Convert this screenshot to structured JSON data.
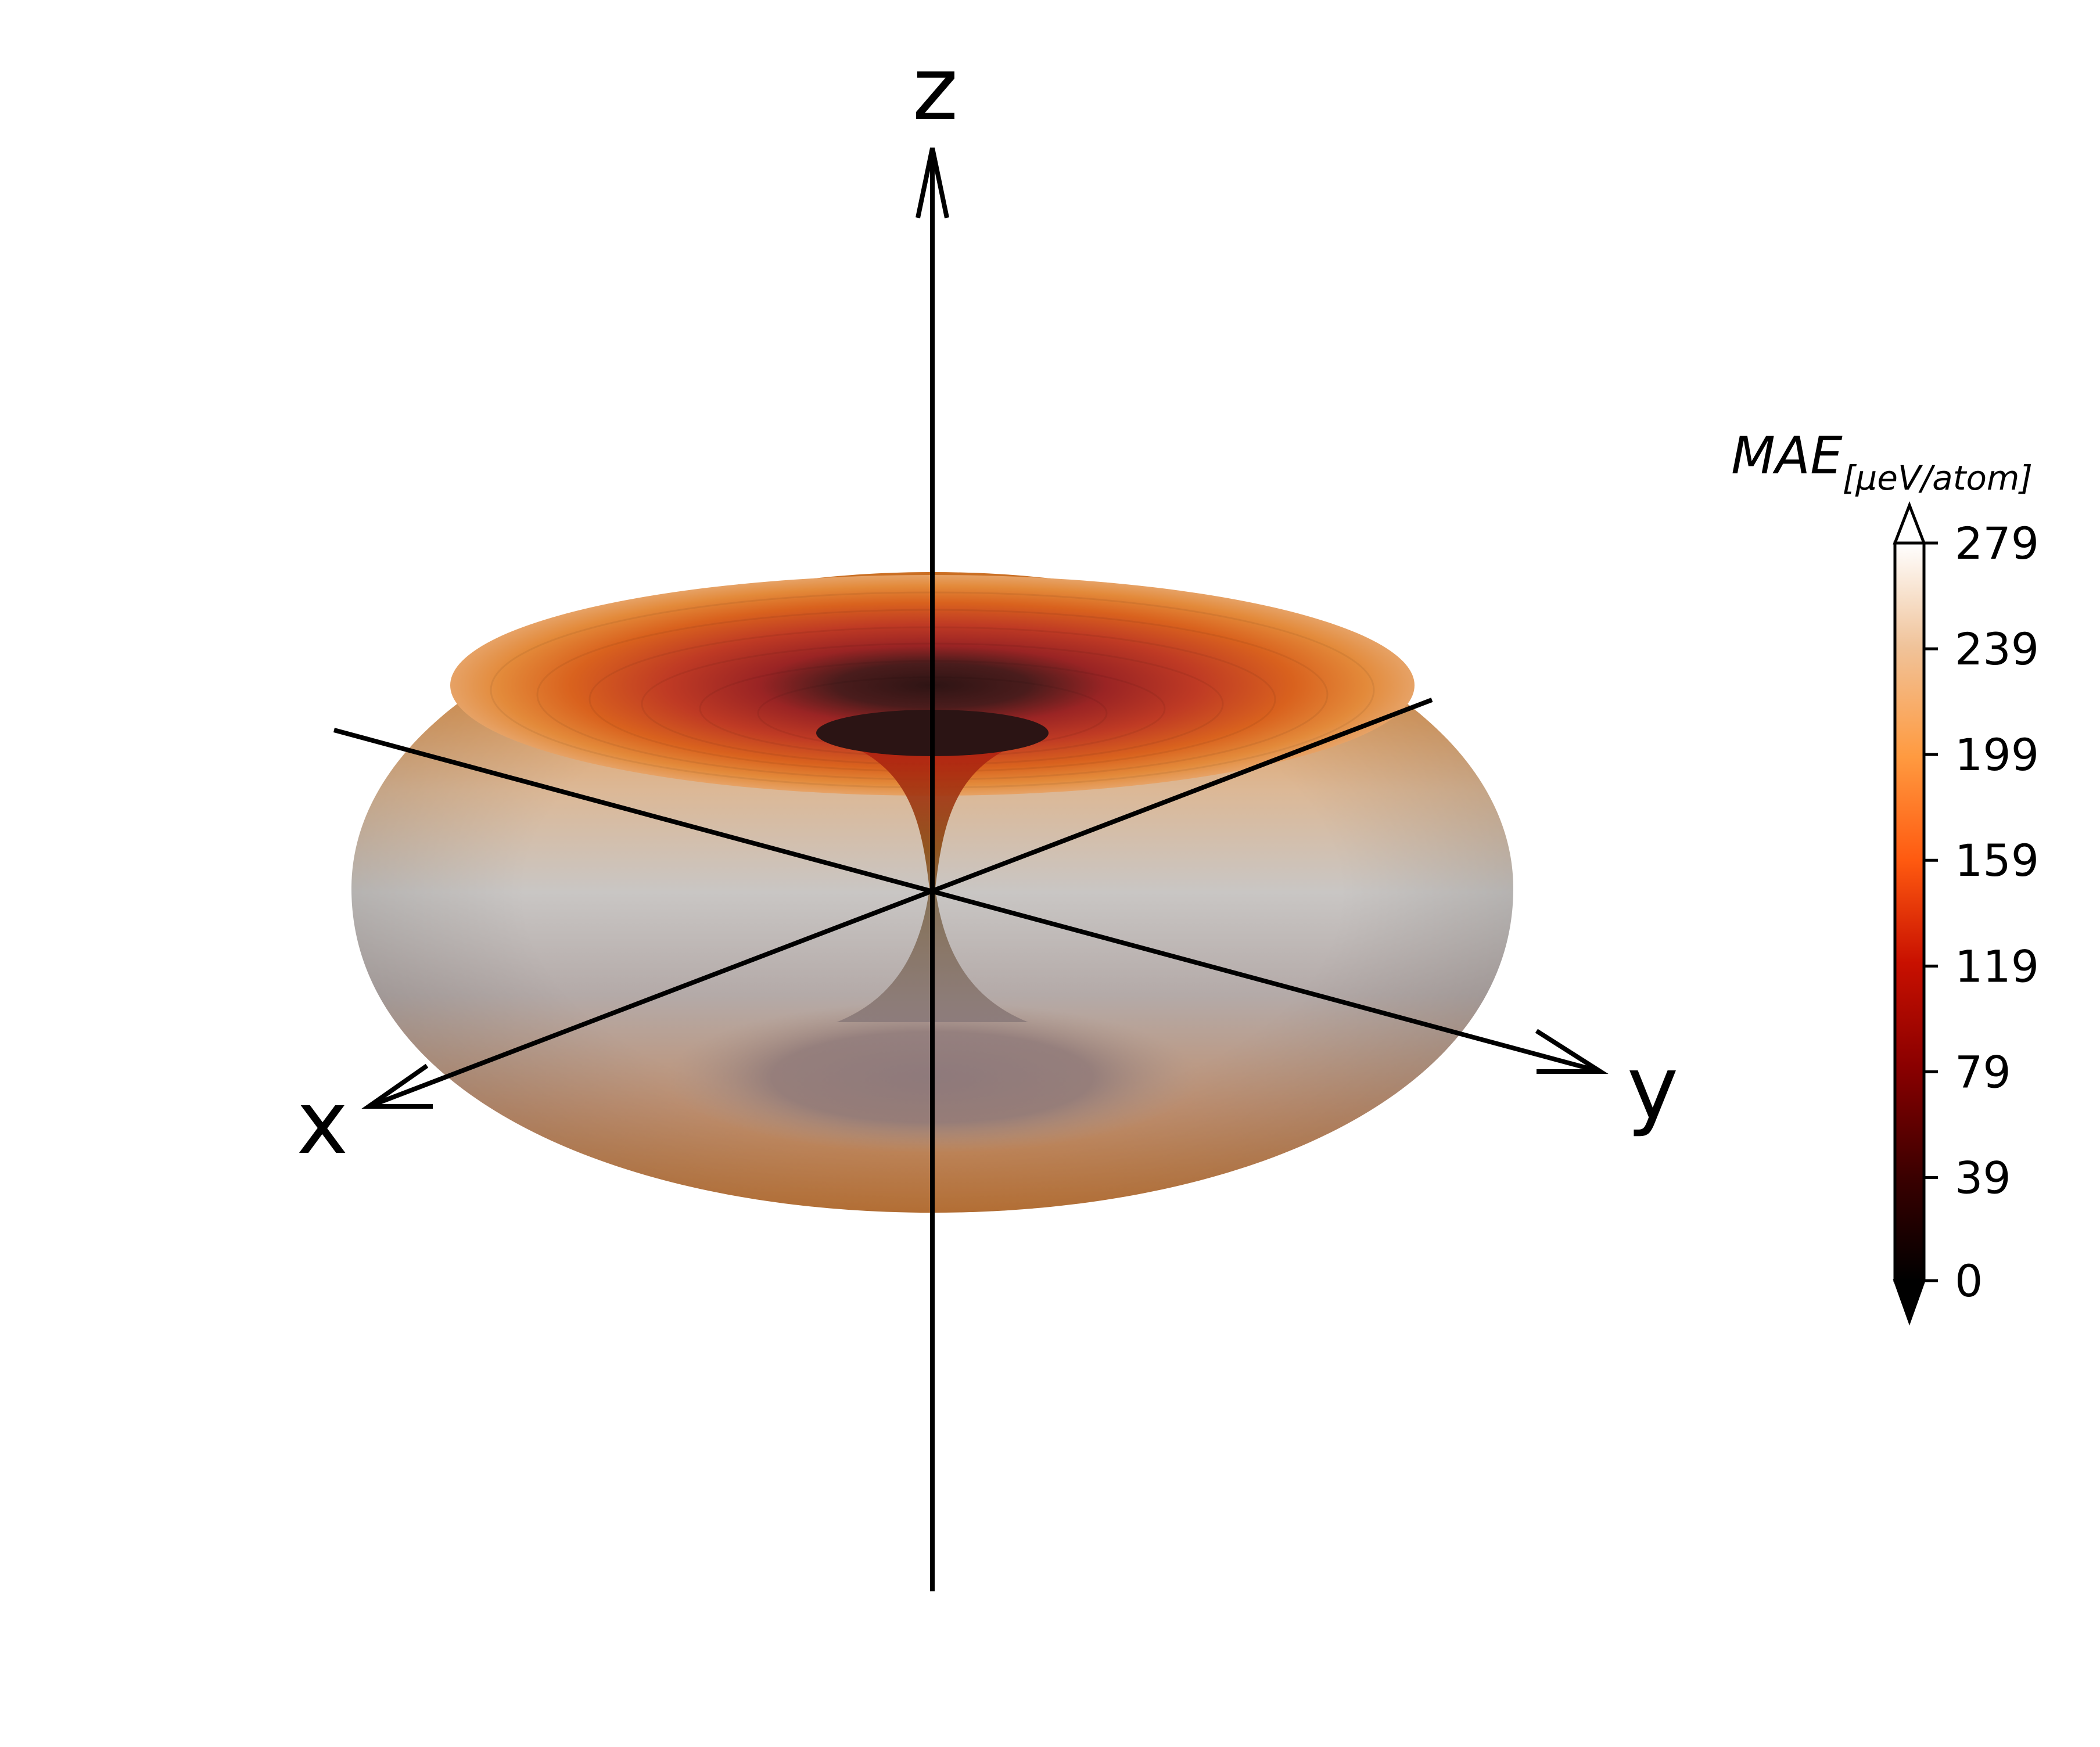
{
  "chart_data": {
    "type": "surface3d",
    "shape": "torus",
    "description_visible": "3D polar plot of magnetic anisotropy energy (doughnut-shaped surface around the z axis)",
    "axes": [
      {
        "name": "x",
        "label": "x"
      },
      {
        "name": "y",
        "label": "y"
      },
      {
        "name": "z",
        "label": "z"
      }
    ],
    "colorbar": {
      "label_main": "MAE",
      "label_sub": "[μeV/atom]",
      "ticks": [
        0,
        39,
        79,
        119,
        159,
        199,
        239,
        279
      ],
      "range": [
        0,
        279
      ],
      "extend": "both",
      "colormap": "gist_heat",
      "color_stops": [
        "#000000",
        "#3a0000",
        "#8a0000",
        "#c81000",
        "#ff5a10",
        "#ff9a40",
        "#f0c39a",
        "#ffffff"
      ]
    },
    "surface_color_samples": {
      "top_inner": "#3c1c1c",
      "top_mid": "#b02c26",
      "top_outer": "#e07a26",
      "equator": "#c8c8c8",
      "bottom": "#8c7070"
    }
  }
}
